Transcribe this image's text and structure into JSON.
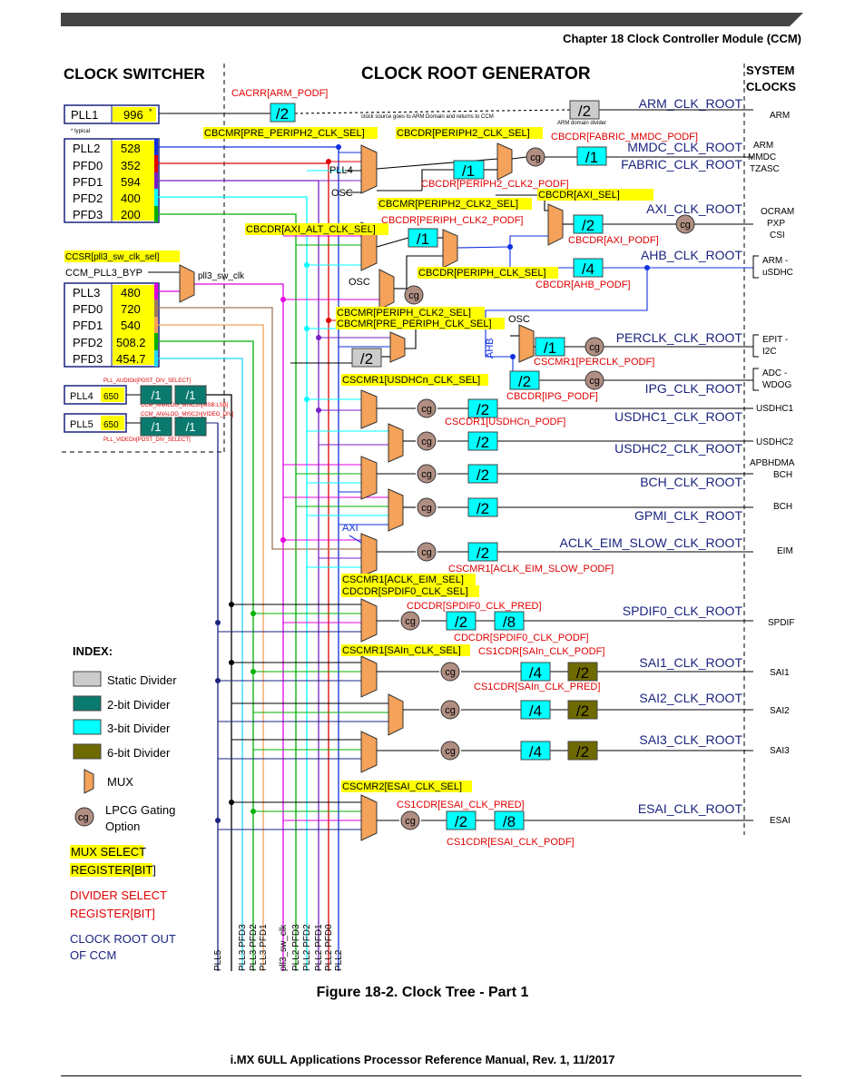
{
  "header": {
    "chapter": "Chapter 18 Clock Controller Module (CCM)"
  },
  "sections": {
    "switcher": "CLOCK SWITCHER",
    "generator": "CLOCK ROOT GENERATOR",
    "system1": "SYSTEM",
    "system2": "CLOCKS"
  },
  "pll1": {
    "name": "PLL1",
    "value": "996",
    "sup": "*",
    "note": "* typical"
  },
  "pll2_group": [
    {
      "name": "PLL2",
      "value": "528"
    },
    {
      "name": "PFD0",
      "value": "352"
    },
    {
      "name": "PFD1",
      "value": "594"
    },
    {
      "name": "PFD2",
      "value": "400"
    },
    {
      "name": "PFD3",
      "value": "200"
    }
  ],
  "pll3_group": [
    {
      "name": "PLL3",
      "value": "480"
    },
    {
      "name": "PFD0",
      "value": "720"
    },
    {
      "name": "PFD1",
      "value": "540"
    },
    {
      "name": "PFD2",
      "value": "508.2"
    },
    {
      "name": "PFD3",
      "value": "454.7"
    }
  ],
  "ccsr_label": "CCSR[pll3_sw_clk_sel]",
  "ccm_pll3_byp": "CCM_PLL3_BYP",
  "pll3_sw_clk": "pll3_sw_clk",
  "pll4": {
    "name": "PLL4",
    "value": "650",
    "lbl1": "PLL_AUDIOn[POST_DIV_SELECT]",
    "lbl2": "CCM_ANALOG_MISC2n[MSB:LSB]"
  },
  "pll5": {
    "name": "PLL5",
    "value": "650",
    "lbl1": "CCM_ANALOG_MISC2n[VIDEO_DIV]",
    "lbl2": "PLL_VIDEOn[POST_DIV_SELECT]"
  },
  "div_labels": {
    "d1": "/1",
    "d2": "/2",
    "d4": "/4",
    "d8": "/8"
  },
  "cg": "cg",
  "src": {
    "pll4": "PLL4",
    "osc": "OSC",
    "ahb": "AHB",
    "axi": "AXI"
  },
  "notes": {
    "arm_domain": "clock source goes to ARM Domain and returns to CCM",
    "arm_div": "ARM domain divider"
  },
  "registers": {
    "cacrr": "CACRR[ARM_PODF]",
    "cbcmr_pre_periph2": "CBCMR[PRE_PERIPH2_CLK_SEL]",
    "cbcdr_periph2": "CBCDR[PERIPH2_CLK_SEL]",
    "cbcdr_fabric": "CBCDR[FABRIC_MMDC_PODF]",
    "cbcdr_periph_clk2_podf_a": "CBCDR[PERIPH2_CLK2_PODF]",
    "cbcmr_periph2_clk2": "CBCMR[PERIPH2_CLK2_SEL]",
    "cbcdr_axi_sel": "CBCDR[AXI_SEL]",
    "cbcdr_periph_clk2_podf": "CBCDR[PERIPH_CLK2_PODF]",
    "cbcdr_axi_alt": "CBCDR[AXI_ALT_CLK_SEL]",
    "cbcdr_axi_podf": "CBCDR[AXI_PODF]",
    "cbcdr_periph_clk_sel": "CBCDR[PERIPH_CLK_SEL]",
    "cbcdr_ahb_podf": "CBCDR[AHB_PODF]",
    "cbcmr_periph_clk2": "CBCMR[PERIPH_CLK2_SEL]",
    "cbcmr_pre_periph": "CBCMR[PRE_PERIPH_CLK_SEL]",
    "cscmr1_perclk": "CSCMR1[PERCLK_PODF]",
    "cbcdr_ipg": "CBCDR[IPG_PODF]",
    "cscmr1_usdhc": "CSCMR1[USDHCn_CLK_SEL]",
    "cscdr1_usdhc": "CSCDR1[USDHCn_PODF]",
    "cscmr1_aclk_sel": "CSCMR1[ACLK_EIM_SEL]",
    "cscmr1_aclk_podf": "CSCMR1[ACLK_EIM_SLOW_PODF]",
    "cdcdr_spdif_sel": "CDCDR[SPDIF0_CLK_SEL]",
    "cdcdr_spdif_pred": "CDCDR[SPDIF0_CLK_PRED]",
    "cdcdr_spdif_podf": "CDCDR[SPDIF0_CLK_PODF]",
    "cscmr1_sai_sel": "CSCMR1[SAIn_CLK_SEL]",
    "cs1cdr_sai_podf": "CS1CDR[SAIn_CLK_PODF]",
    "cs1cdr_sai_pred": "CS1CDR[SAIn_CLK_PRED]",
    "cscmr2_esai": "CSCMR2[ESAI_CLK_SEL]",
    "cs1cdr_esai_pred": "CS1CDR[ESAI_CLK_PRED]",
    "cs1cdr_esai_podf": "CS1CDR[ESAI_CLK_PODF]"
  },
  "roots": {
    "arm": "ARM_CLK_ROOT",
    "mmdc": "MMDC_CLK_ROOT",
    "fabric": "FABRIC_CLK_ROOT",
    "axi": "AXI_CLK_ROOT",
    "ahb": "AHB_CLK_ROOT",
    "perclk": "PERCLK_CLK_ROOT",
    "ipg": "IPG_CLK_ROOT",
    "usdhc1": "USDHC1_CLK_ROOT",
    "usdhc2": "USDHC2_CLK_ROOT",
    "bch": "BCH_CLK_ROOT",
    "gpmi": "GPMI_CLK_ROOT",
    "aclk": "ACLK_EIM_SLOW_CLK_ROOT",
    "spdif": "SPDIF0_CLK_ROOT",
    "sai1": "SAI1_CLK_ROOT",
    "sai2": "SAI2_CLK_ROOT",
    "sai3": "SAI3_CLK_ROOT",
    "esai": "ESAI_CLK_ROOT"
  },
  "sys": {
    "arm": "ARM",
    "arm2": "ARM",
    "mmdc": "MMDC",
    "tzasc": "TZASC",
    "ocram": "OCRAM",
    "pxp": "PXP",
    "csi": "CSI",
    "armu1": "ARM -",
    "armu2": "uSDHC",
    "epit1": "EPIT -",
    "epit2": "I2C",
    "adc1": "ADC -",
    "adc2": "WDOG",
    "usdhc1": "USDHC1",
    "usdhc2": "USDHC2",
    "apbh1": "APBHDMA",
    "apbh2": "BCH",
    "bch": "BCH",
    "eim": "EIM",
    "spdif": "SPDIF",
    "sai1": "SAI1",
    "sai2": "SAI2",
    "sai3": "SAI3",
    "esai": "ESAI"
  },
  "bottom_labels": [
    "PLL5",
    "PLL3 PFD3",
    "PLL3 PFD2",
    "PLL3 PFD1",
    "pll3_sw_clk",
    "PLL2 PFD3",
    "PLL2 PFD2",
    "PLL2 PFD1",
    "PLL2 PFD0",
    "PLL2"
  ],
  "legend": {
    "title": "INDEX:",
    "static": "Static Divider",
    "div2": "2-bit Divider",
    "div3": "3-bit Divider",
    "div6": "6-bit Divider",
    "mux": "MUX",
    "lpcg1": "LPCG Gating",
    "lpcg2": "Option",
    "muxsel1": "MUX SELECT",
    "muxsel2": "REGISTER[BIT]",
    "divsel1": "DIVIDER SELECT",
    "divsel2": "REGISTER[BIT]",
    "root1": "CLOCK ROOT OUT",
    "root2": "OF CCM"
  },
  "caption": "Figure 18-2. Clock Tree - Part 1",
  "footer": "i.MX 6ULL Applications Processor Reference Manual, Rev. 1, 11/2017",
  "colors": {
    "yellow": "#ffff00",
    "cyan": "#00ffff",
    "teal": "#0b7a6e",
    "olive": "#6f6a00",
    "orange": "#f5a25a",
    "cg": "#b08e82",
    "navy": "#1a237e",
    "red": "#e00000",
    "magenta": "#e000e0",
    "purple": "#7a1fc8",
    "green": "#00b000",
    "blue": "#1030e0",
    "brown": "#a0785a",
    "lightcyan": "#20d8ff"
  }
}
